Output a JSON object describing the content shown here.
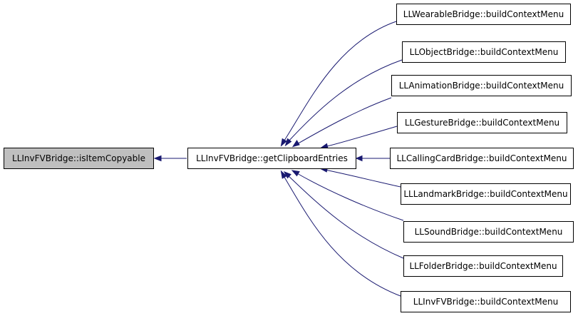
{
  "graph": {
    "colors": {
      "edge": "#191970",
      "focus_fill": "#bfbfbf",
      "node_fill": "#ffffff",
      "node_border": "#000000"
    },
    "nodes": {
      "is_item_copyable": "LLInvFVBridge::isItemCopyable",
      "get_clipboard_entries": "LLInvFVBridge::getClipboardEntries",
      "wearable": "LLWearableBridge::buildContextMenu",
      "object": "LLObjectBridge::buildContextMenu",
      "animation": "LLAnimationBridge::buildContextMenu",
      "gesture": "LLGestureBridge::buildContextMenu",
      "calling_card": "LLCallingCardBridge::buildContextMenu",
      "landmark": "LLLandmarkBridge::buildContextMenu",
      "sound": "LLSoundBridge::buildContextMenu",
      "folder": "LLFolderBridge::buildContextMenu",
      "inv_fv": "LLInvFVBridge::buildContextMenu"
    }
  }
}
